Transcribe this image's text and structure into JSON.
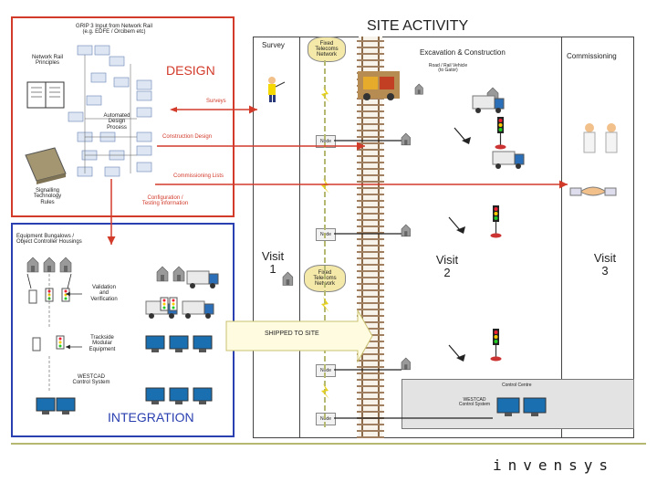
{
  "design": {
    "title": "DESIGN",
    "grip_input": "GRIP 3 Input from Network Rail\n(e.g. EDFE / Orcibem etc)",
    "network_rail_principles": "Network Rail\nPrinciples",
    "automated_design_process": "Automated\nDesign\nProcess",
    "signalling_rules": "Signalling\nTechnology\nRules",
    "surveys": "Surveys",
    "construction_design": "Construction Design",
    "commissioning_lists": "Commissioning Lists",
    "config_testing": "Configuration /\nTesting information"
  },
  "integration": {
    "title": "INTEGRATION",
    "equipment_bungalows": "Equipment Bungalows /\nObject Controller Housings",
    "validation": "Validation\nand\nVerification",
    "trackside_modular": "Trackside\nModular\nEquipment",
    "westcad_control": "WESTCAD\nControl System"
  },
  "site": {
    "title": "SITE ACTIVITY",
    "survey": "Survey",
    "excavation": "Excavation & Construction",
    "commissioning": "Commissioning",
    "road_rail_vehicle": "Road / Rail Vehicle\n(to Gator)",
    "fixed_telecoms_top": "Fixed\nTelecoms\nNetwork",
    "fixed_telecoms_mid": "Fixed\nTelecoms\nNetwork",
    "visit1": "Visit\n1",
    "visit2": "Visit\n2",
    "visit3": "Visit\n3",
    "shipped": "SHIPPED TO SITE",
    "node_label": "Node",
    "control_centre": "Control Centre",
    "westcad_site": "WESTCAD\nControl System"
  },
  "footer": {
    "logo": "invensys"
  },
  "colors": {
    "red": "#d23a2a",
    "blue": "#2a3fb0",
    "olive": "#b5b870",
    "rail": "#8b6b4a"
  }
}
